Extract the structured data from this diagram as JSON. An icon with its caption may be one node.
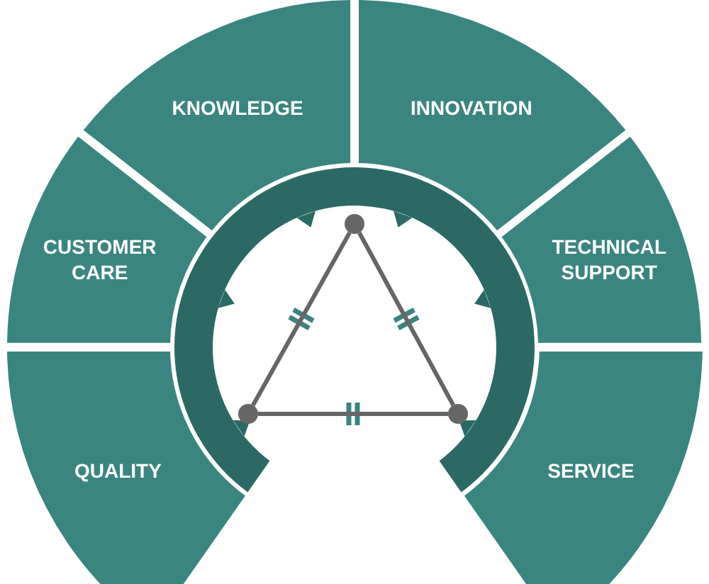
{
  "diagram": {
    "nodes": [
      {
        "text": [
          "KNOWLEDGE"
        ]
      },
      {
        "text": [
          "INNOVATION"
        ]
      },
      {
        "text": [
          "CUSTOMER CARE"
        ]
      },
      {
        "text": [
          "TECHNICAL SUPPORT"
        ]
      },
      {
        "text": [
          "QUALITY"
        ]
      },
      {
        "text": [
          "SERVICE"
        ]
      },
      {
        "text": [],
        "shape": "circle"
      },
      {
        "text": [],
        "shape": "circle"
      },
      {
        "text": [],
        "shape": "circle"
      }
    ],
    "edges": [
      {
        "from": 6,
        "to": 7,
        "arrow": "none"
      },
      {
        "from": 6,
        "to": 8,
        "arrow": "none"
      },
      {
        "from": 7,
        "to": 8,
        "arrow": "none"
      }
    ]
  }
}
